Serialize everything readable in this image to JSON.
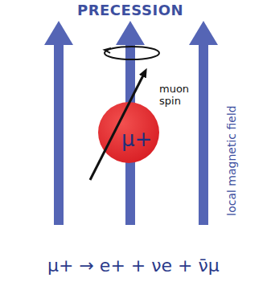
{
  "diagram": {
    "title": "PRECESSION",
    "nodes": [
      {
        "text": [
          "μ+"
        ]
      }
    ],
    "labels": [
      "muon spin",
      "local magnetic field",
      "μ+ → e+ + νe + ν̄μ"
    ]
  }
}
